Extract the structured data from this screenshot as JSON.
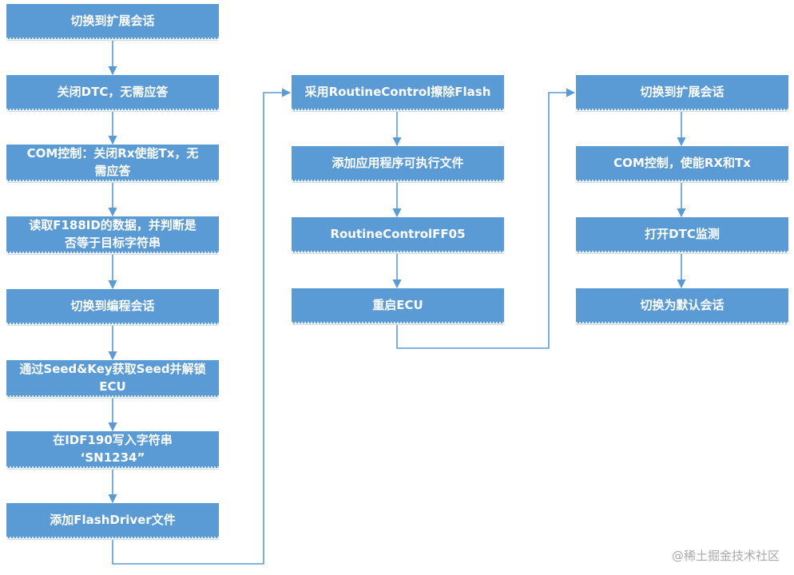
{
  "diagram": {
    "columns": [
      {
        "steps": [
          "切换到扩展会话",
          "关闭DTC，无需应答",
          "COM控制：关闭Rx使能Tx，无\n需应答",
          "读取F188ID的数据，并判断是\n否等于目标字符串",
          "切换到编程会话",
          "通过Seed&Key获取Seed并解锁\nECU",
          "在IDF190写入字符串\n‘SN1234”",
          "添加FlashDriver文件"
        ]
      },
      {
        "steps": [
          "采用RoutineControl擦除Flash",
          "添加应用程序可执行文件",
          "RoutineControlFF05",
          "重启ECU"
        ]
      },
      {
        "steps": [
          "切换到扩展会话",
          "COM控制，使能RX和Tx",
          "打开DTC监测",
          "切换为默认会话"
        ]
      }
    ],
    "colors": {
      "box": "#5b9bd5",
      "text": "#ffffff",
      "arrow": "#5b9bd5"
    }
  },
  "watermark": "@稀土掘金技术社区"
}
